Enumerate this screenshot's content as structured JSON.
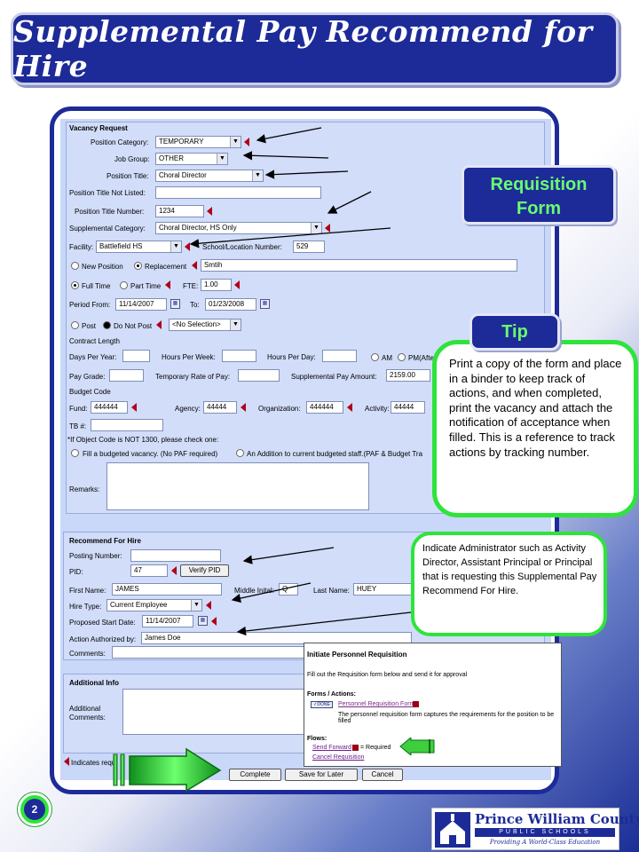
{
  "slide": {
    "title": "Supplemental Pay Recommend for Hire",
    "page_number": "2"
  },
  "callouts": {
    "requisition_line1": "Requisition",
    "requisition_line2": "Form",
    "tip_label": "Tip",
    "tip_text": "Print a copy of the form and place in a binder to keep track of actions, and when completed, print the vacancy and attach the notification of acceptance when filled. This is a reference to track actions by tracking number.",
    "admin_text": "Indicate Administrator such as Activity Director, Assistant Principal or Principal that is requesting this Supplemental Pay Recommend For Hire."
  },
  "vacancy": {
    "section": "Vacancy Request",
    "position_category_label": "Position Category:",
    "position_category": "TEMPORARY",
    "job_group_label": "Job Group:",
    "job_group": "OTHER",
    "position_title_label": "Position Title:",
    "position_title": "Choral Director",
    "title_not_listed_label": "Position Title Not Listed:",
    "title_number_label": "Position Title Number:",
    "title_number": "1234",
    "supp_category_label": "Supplemental Category:",
    "supp_category": "Choral Director, HS Only",
    "facility_label": "Facility:",
    "facility": "Battlefield HS",
    "school_number_label": "School/Location Number:",
    "school_number": "529",
    "new_position": "New Position",
    "replacement": "Replacement",
    "replacement_name": "Smtih",
    "full_time": "Full Time",
    "part_time": "Part Time",
    "fte_label": "FTE:",
    "fte": "1.00",
    "period_from_label": "Period From:",
    "period_from": "11/14/2007",
    "to_label": "To:",
    "period_to": "01/23/2008",
    "post": "Post",
    "do_not_post": "Do Not Post",
    "no_selection": "<No Selection>",
    "contract_length": "Contract Length",
    "days_per_year": "Days Per Year:",
    "hours_per_week": "Hours Per Week:",
    "hours_per_day": "Hours Per Day:",
    "am": "AM",
    "pm": "PM(Afte",
    "pay_grade": "Pay Grade:",
    "temp_rate": "Temporary Rate of Pay:",
    "supp_amount_label": "Supplemental Pay Amount:",
    "supp_amount": "2159.00",
    "budget_code": "Budget Code",
    "fund_label": "Fund:",
    "fund": "444444",
    "agency_label": "Agency:",
    "agency": "44444",
    "org_label": "Organization:",
    "org": "444444",
    "activity_label": "Activity:",
    "activity": "44444",
    "tb_label": "TB #:",
    "object_note": "*If Object Code is NOT 1300, please check one:",
    "fill_budgeted": "Fill a budgeted vacancy. (No PAF required)",
    "addition": "An Addition to current budgeted staff.(PAF & Budget Tra",
    "remarks": "Remarks:"
  },
  "hire": {
    "section": "Recommend For Hire",
    "posting_label": "Posting Number:",
    "pid_label": "PID:",
    "pid": "47",
    "verify_pid": "Verify PID",
    "first_name_label": "First Name:",
    "first_name": "JAMES",
    "middle_label": "Middle Inital:",
    "middle": "Q",
    "last_name_label": "Last Name:",
    "last_name": "HUEY",
    "hire_type_label": "Hire Type:",
    "hire_type": "Current Employee",
    "start_label": "Proposed Start Date:",
    "start_date": "11/14/2007",
    "authorized_label": "Action Authorized by:",
    "authorized": "James Doe",
    "comments_label": "Comments:"
  },
  "additional": {
    "section": "Additional Info",
    "comments_line1": "Additional",
    "comments_line2": "Comments:"
  },
  "footer": {
    "indicates": "Indicates requi",
    "complete": "Complete",
    "save_later": "Save for Later",
    "cancel": "Cancel"
  },
  "popup": {
    "title": "Initiate Personnel Requisition",
    "instruction": "Fill out the Requisition form below and send it for approval",
    "forms_actions": "Forms / Actions:",
    "done": "DONE",
    "form_link": "Personnel Requisition Form",
    "description": "The personnel requisition form captures the requirements for the position to be filled",
    "flows": "Flows:",
    "send_forward": "Send Forward",
    "required": "= Required",
    "cancel_req": "Cancel Requisition"
  },
  "logo": {
    "name": "Prince William County",
    "sub": "PUBLIC SCHOOLS",
    "tagline": "Providing A World-Class Education"
  },
  "colors": {
    "navy": "#1d2b98",
    "green": "#2ee43a",
    "form_bg": "#c9d7f8",
    "required_marker": "#b00018"
  }
}
